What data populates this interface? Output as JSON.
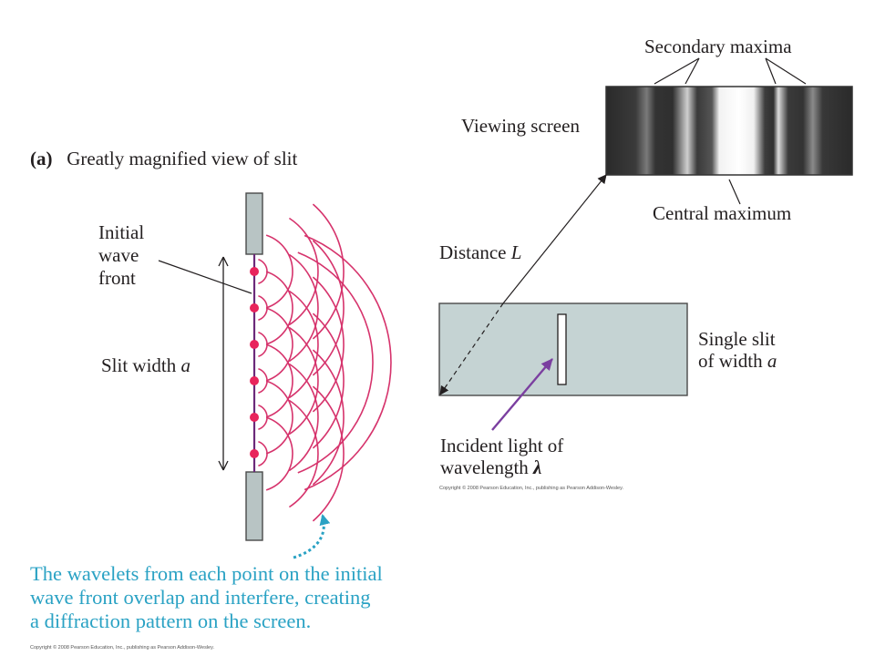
{
  "panel_label": "(a)",
  "panel_title": "Greatly magnified view of slit",
  "left": {
    "wave_front_label": [
      "Initial",
      "wave",
      "front"
    ],
    "slit_width_label": "Slit width",
    "slit_width_symbol": "a",
    "caption_lines": [
      "The wavelets from each point on the initial",
      "wave front overlap and interfere, creating",
      "a diffraction pattern on the screen."
    ]
  },
  "right": {
    "secondary_maxima_label": "Secondary maxima",
    "viewing_screen_label": "Viewing screen",
    "central_maximum_label": "Central maximum",
    "distance_label": "Distance",
    "distance_symbol": "L",
    "single_slit_label": [
      "Single slit",
      "of width"
    ],
    "single_slit_symbol": "a",
    "incident_light_label": [
      "Incident light of",
      "wavelength"
    ],
    "incident_light_symbol": "λ"
  },
  "copyright_right": "Copyright © 2008 Pearson Education, Inc., publishing as Pearson Addison-Wesley.",
  "copyright_bottom": "Copyright © 2008 Pearson Education, Inc., publishing as Pearson Addison-Wesley.",
  "colors": {
    "wave": "#d6336c",
    "dot": "#e8245c",
    "wavefront_line": "#6b2a7a",
    "caption": "#2aa2c4",
    "incident_arrow": "#7b3fa0",
    "slit_plate": "#c5d3d3",
    "barrier": "#b8c4c4"
  }
}
